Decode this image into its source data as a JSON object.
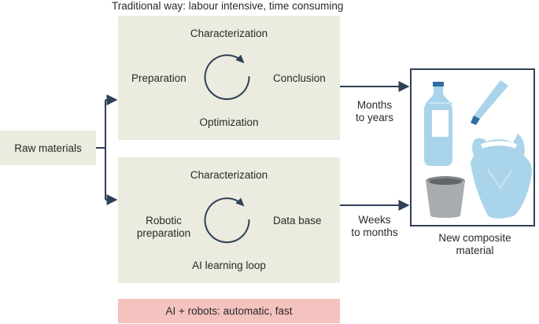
{
  "top": {
    "caption": "Traditional way: labour intensive, time consuming",
    "cycle": {
      "top": "Characterization",
      "left": "Preparation",
      "right": "Conclusion",
      "bottom": "Optimization"
    },
    "duration_line1": "Months",
    "duration_line2": "to years"
  },
  "bottom": {
    "caption": "AI + robots: automatic, fast",
    "cycle": {
      "top": "Characterization",
      "left_line1": "Robotic",
      "left_line2": "preparation",
      "right": "Data base",
      "bottom": "AI learning loop"
    },
    "duration_line1": "Weeks",
    "duration_line2": "to months"
  },
  "raw_materials": "Raw materials",
  "result": {
    "line1": "New composite",
    "line2": "material",
    "items": [
      "bottle-icon",
      "tube-icon",
      "plastic-bag-icon",
      "cup-icon"
    ]
  },
  "colors": {
    "panel": "#ebebdf",
    "ai_tag": "#f4c2bf",
    "arrow": "#2f4157",
    "plastic": "#a9d4ea"
  }
}
